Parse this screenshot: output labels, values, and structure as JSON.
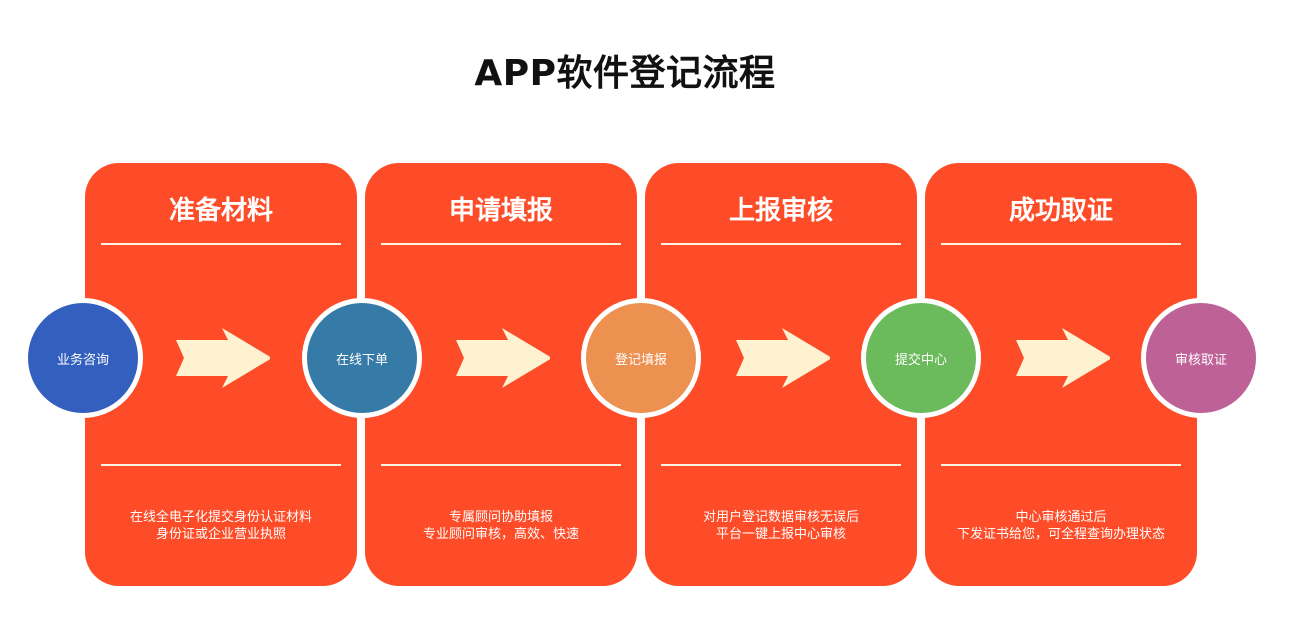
{
  "title": "APP软件登记流程",
  "stages": [
    {
      "title": "准备材料",
      "desc": [
        "在线全电子化提交身份认证材料",
        "身份证或企业营业执照"
      ]
    },
    {
      "title": "申请填报",
      "desc": [
        "专属顾问协助填报",
        "专业顾问审核，高效、快速"
      ]
    },
    {
      "title": "上报审核",
      "desc": [
        "对用户登记数据审核无误后",
        "平台一键上报中心审核"
      ]
    },
    {
      "title": "成功取证",
      "desc": [
        "中心审核通过后",
        "下发证书给您，可全程查询办理状态"
      ]
    }
  ],
  "steps": [
    {
      "label": "业务咨询",
      "color": "#335fbe"
    },
    {
      "label": "在线下单",
      "color": "#367aa7"
    },
    {
      "label": "登记填报",
      "color": "#ec9150"
    },
    {
      "label": "提交中心",
      "color": "#6bba5b"
    },
    {
      "label": "审核取证",
      "color": "#be6196"
    }
  ],
  "colors": {
    "card": "#fd4c27",
    "arrow": "#fff2d0",
    "rule": "#fff3e6"
  }
}
